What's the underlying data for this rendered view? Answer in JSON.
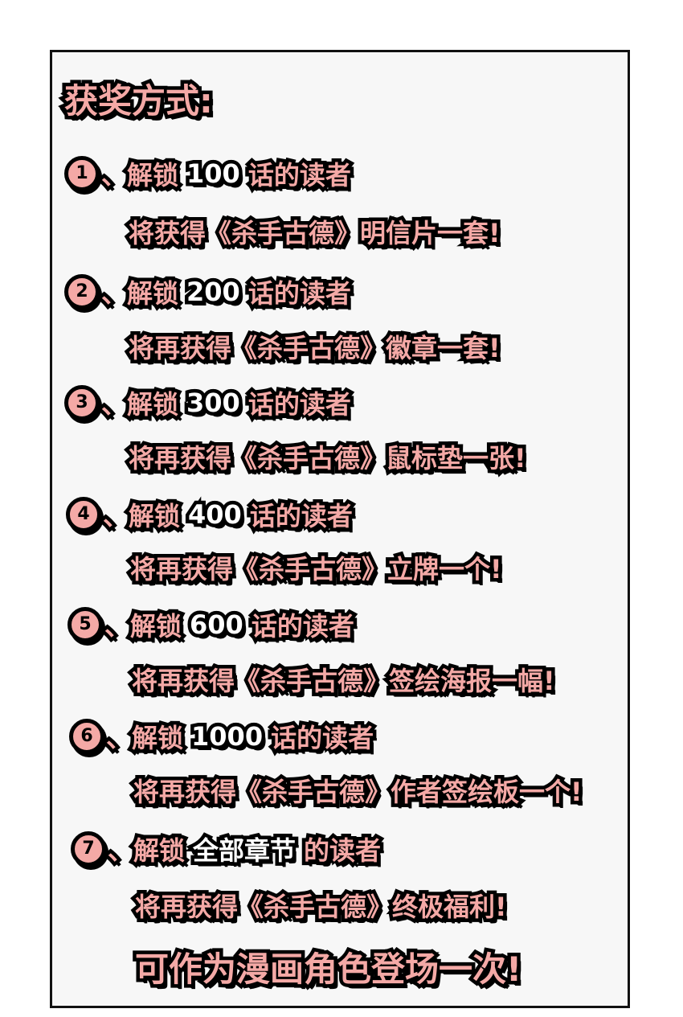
{
  "title": "获奖方式:",
  "rewards": [
    {
      "number": "1",
      "head_prefix": "、解锁",
      "milestone": "100",
      "head_suffix": "话的读者",
      "reward": "将获得《杀手古德》明信片一套!"
    },
    {
      "number": "2",
      "head_prefix": "、解锁",
      "milestone": "200",
      "head_suffix": "话的读者",
      "reward": "将再获得《杀手古德》徽章一套!"
    },
    {
      "number": "3",
      "head_prefix": "、解锁",
      "milestone": "300",
      "head_suffix": "话的读者",
      "reward": "将再获得《杀手古德》鼠标垫一张!"
    },
    {
      "number": "4",
      "head_prefix": "、解锁",
      "milestone": "400",
      "head_suffix": "话的读者",
      "reward": "将再获得《杀手古德》立牌一个!"
    },
    {
      "number": "5",
      "head_prefix": "、解锁",
      "milestone": "600",
      "head_suffix": "话的读者",
      "reward": "将再获得《杀手古德》签绘海报一幅!"
    },
    {
      "number": "6",
      "head_prefix": "、解锁",
      "milestone": "1000",
      "head_suffix": "话的读者",
      "reward": "将再获得《杀手古德》作者签绘板一个!"
    },
    {
      "number": "7",
      "head_prefix": "、解锁",
      "milestone": "全部章节",
      "head_suffix": "的读者",
      "reward": "将再获得《杀手古德》终极福利!"
    }
  ],
  "final_line": "可作为漫画角色登场一次!"
}
